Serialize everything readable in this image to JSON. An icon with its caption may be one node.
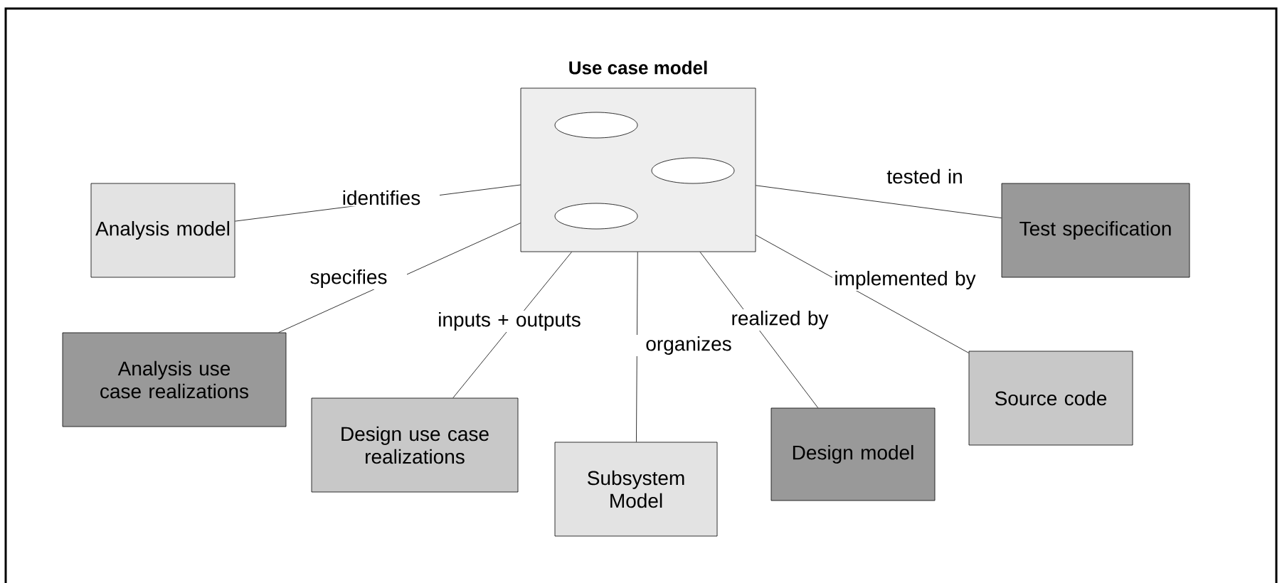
{
  "diagram": {
    "nodes": [
      {
        "text": [
          "Use case model"
        ]
      },
      {
        "text": [
          "Analysis model"
        ]
      },
      {
        "text": [
          "Analysis use case realizations"
        ]
      },
      {
        "text": [
          "Design use case realizations"
        ]
      },
      {
        "text": [
          "Subsystem Model"
        ]
      },
      {
        "text": [
          "Design model"
        ]
      },
      {
        "text": [
          "Source code"
        ]
      },
      {
        "text": [
          "Test specification"
        ]
      }
    ],
    "edges": [
      {
        "from": 0,
        "to": 1,
        "arrow": "none",
        "label": "identifies"
      },
      {
        "from": 0,
        "to": 2,
        "arrow": "none",
        "label": "specifies"
      },
      {
        "from": 0,
        "to": 3,
        "arrow": "none",
        "label": "inputs + outputs"
      },
      {
        "from": 0,
        "to": 4,
        "arrow": "none",
        "label": "organizes"
      },
      {
        "from": 0,
        "to": 5,
        "arrow": "none",
        "label": "realized by"
      },
      {
        "from": 0,
        "to": 6,
        "arrow": "none",
        "label": "implemented by"
      },
      {
        "from": 0,
        "to": 7,
        "arrow": "none",
        "label": "tested in"
      }
    ]
  }
}
